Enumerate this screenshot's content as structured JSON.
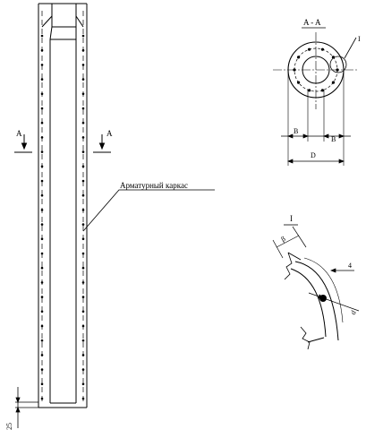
{
  "section_marker_left": "A",
  "section_marker_right": "A",
  "section_title": "A - A",
  "callout_arrow_label": "Арматурный каркас",
  "detail_callout": "I",
  "detail_title": "I",
  "dim_b_left": "B",
  "dim_b_right": "B",
  "dim_d": "D",
  "dim_bottom": "25",
  "dim_detail_slant": "β",
  "dim_detail_small": "4",
  "dim_detail_dia": "d"
}
